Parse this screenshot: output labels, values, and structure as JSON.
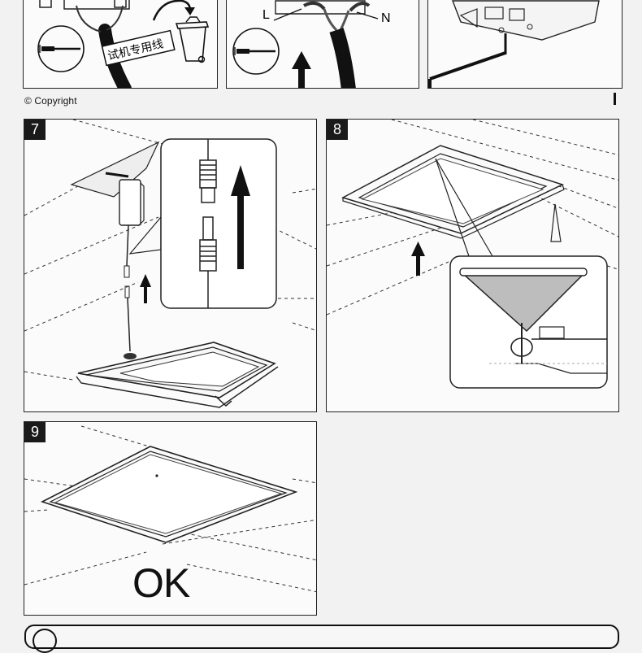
{
  "copyright": "© Copyright",
  "steps": [
    {
      "number": "7"
    },
    {
      "number": "8"
    },
    {
      "number": "9"
    }
  ],
  "top_strip": {
    "tag_label": "试机专用线",
    "wire_l": "L",
    "wire_n": "N"
  },
  "ok_text": "OK"
}
